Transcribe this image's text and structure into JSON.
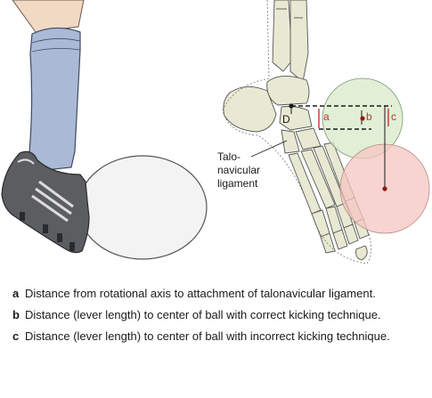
{
  "diagram": {
    "point_label": "D",
    "distance_labels": {
      "a": "a",
      "b": "b",
      "c": "c"
    },
    "ligament_label_line1": "Talo-",
    "ligament_label_line2": "navicular",
    "ligament_label_line3": "ligament"
  },
  "legend": [
    {
      "key": "a",
      "text": "Distance from rotational axis to attachment of talonavicular ligament."
    },
    {
      "key": "b",
      "text": "Distance (lever length) to center of ball with correct kicking technique."
    },
    {
      "key": "c",
      "text": "Distance (lever length) to center of ball with incorrect kicking technique."
    }
  ],
  "colors": {
    "sock": "#a9b9d6",
    "boot": "#5b5d61",
    "ball": "#f3f3f3",
    "bone": "#e8e9d2",
    "green_circle": "#d5e9c8",
    "red_circle": "#f6c6c2",
    "label_red": "#c8312a"
  }
}
